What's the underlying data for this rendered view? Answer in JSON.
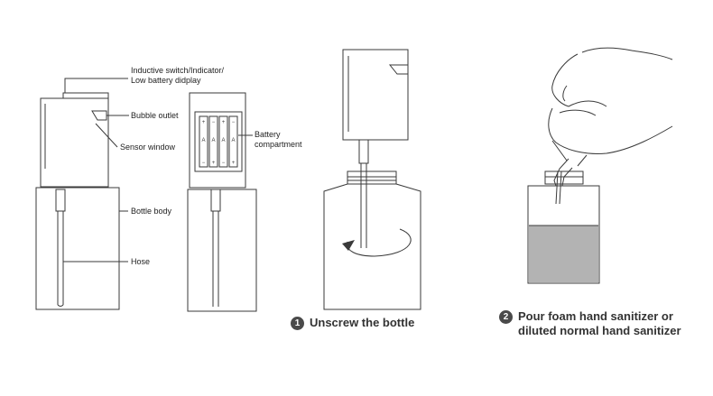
{
  "labels": {
    "switch_line1": "Inductive switch/Indicator/",
    "switch_line2": "Low battery didplay",
    "bubble_outlet": "Bubble outlet",
    "sensor_window": "Sensor window",
    "battery_line1": "Battery",
    "battery_line2": "compartment",
    "bottle_body": "Bottle body",
    "hose": "Hose"
  },
  "battery_marks": {
    "plus": "+",
    "minus": "−",
    "cell": "A"
  },
  "steps": [
    {
      "number": "1",
      "line1": "Unscrew the bottle",
      "line2": ""
    },
    {
      "number": "2",
      "line1": "Pour foam hand sanitizer or",
      "line2": "diluted normal hand sanitizer"
    }
  ],
  "colors": {
    "line": "#3a3a3a",
    "liquid": "#b3b3b3",
    "badge": "#4a4a4a"
  }
}
